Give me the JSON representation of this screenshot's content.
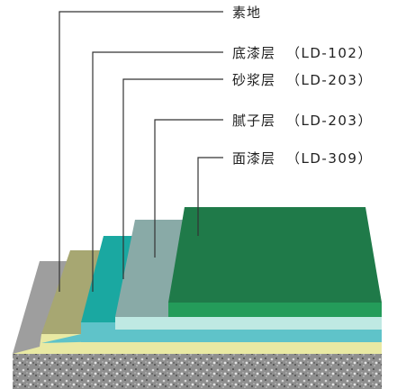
{
  "layers": [
    {
      "name": "素地",
      "code": "",
      "color": "#9e9e9e"
    },
    {
      "name": "底漆层",
      "code": "（LD-102）",
      "color": "#a7a772"
    },
    {
      "name": "砂浆层",
      "code": "（LD-203）",
      "color": "#1aa8a1"
    },
    {
      "name": "腻子层",
      "code": "（LD-203）",
      "color": "#89aaa7"
    },
    {
      "name": "面漆层",
      "code": "（LD-309）",
      "color": "#1f7a49"
    }
  ],
  "colors": {
    "concrete": "#8e8e8e",
    "primer_edge": "#e9e9a3",
    "mortar_edge": "#5fc3c9",
    "putty_edge": "#bfe9e3",
    "top_edge": "#249c5a",
    "leader": "#333333"
  }
}
